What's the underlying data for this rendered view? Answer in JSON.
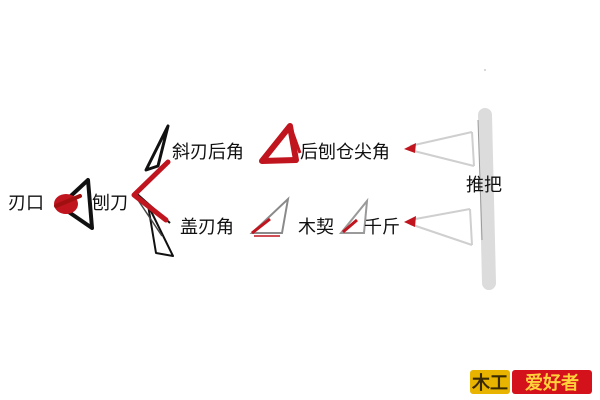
{
  "labels": {
    "edge": "刃口",
    "plane_blade": "刨刀",
    "bevel_back_angle": "斜刃后角",
    "rear_plane_pocket_angle": "后刨仓尖角",
    "cap_iron_angle": "盖刃角",
    "wedge": "木契",
    "thousand_jin": "千斤",
    "push_handle": "推把"
  },
  "logo": {
    "text_a": "木工",
    "text_b": "爱好者"
  },
  "colors": {
    "accent_red": "#c0141e",
    "dark_red": "#a01010",
    "line_black": "#111111",
    "line_gray": "#999999",
    "light_gray": "#cfcfcf",
    "logo_gold": "#e8b400",
    "logo_red": "#d4121c"
  }
}
